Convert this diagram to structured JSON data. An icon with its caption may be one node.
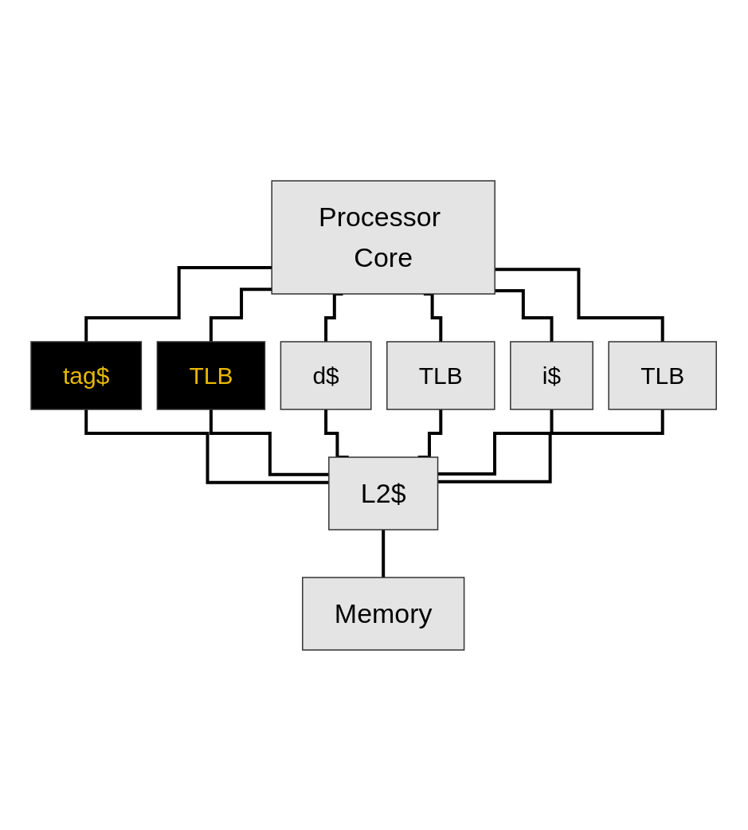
{
  "diagram": {
    "nodes": [
      {
        "text": [
          "Processor Core"
        ]
      },
      {
        "text": [
          "tag$"
        ]
      },
      {
        "text": [
          "TLB"
        ]
      },
      {
        "text": [
          "d$"
        ]
      },
      {
        "text": [
          "TLB"
        ]
      },
      {
        "text": [
          "i$"
        ]
      },
      {
        "text": [
          "TLB"
        ]
      },
      {
        "text": [
          "L2$"
        ]
      },
      {
        "text": [
          "Memory"
        ]
      }
    ],
    "edges": [
      {
        "from": 0,
        "to": 1,
        "arrow": "none"
      },
      {
        "from": 0,
        "to": 2,
        "arrow": "none"
      },
      {
        "from": 0,
        "to": 3,
        "arrow": "none"
      },
      {
        "from": 0,
        "to": 4,
        "arrow": "none"
      },
      {
        "from": 0,
        "to": 5,
        "arrow": "none"
      },
      {
        "from": 0,
        "to": 6,
        "arrow": "none"
      },
      {
        "from": 1,
        "to": 7,
        "arrow": "none"
      },
      {
        "from": 2,
        "to": 7,
        "arrow": "none"
      },
      {
        "from": 3,
        "to": 7,
        "arrow": "none"
      },
      {
        "from": 4,
        "to": 7,
        "arrow": "none"
      },
      {
        "from": 5,
        "to": 7,
        "arrow": "none"
      },
      {
        "from": 6,
        "to": 7,
        "arrow": "none"
      },
      {
        "from": 7,
        "to": 8,
        "arrow": "none"
      }
    ]
  }
}
